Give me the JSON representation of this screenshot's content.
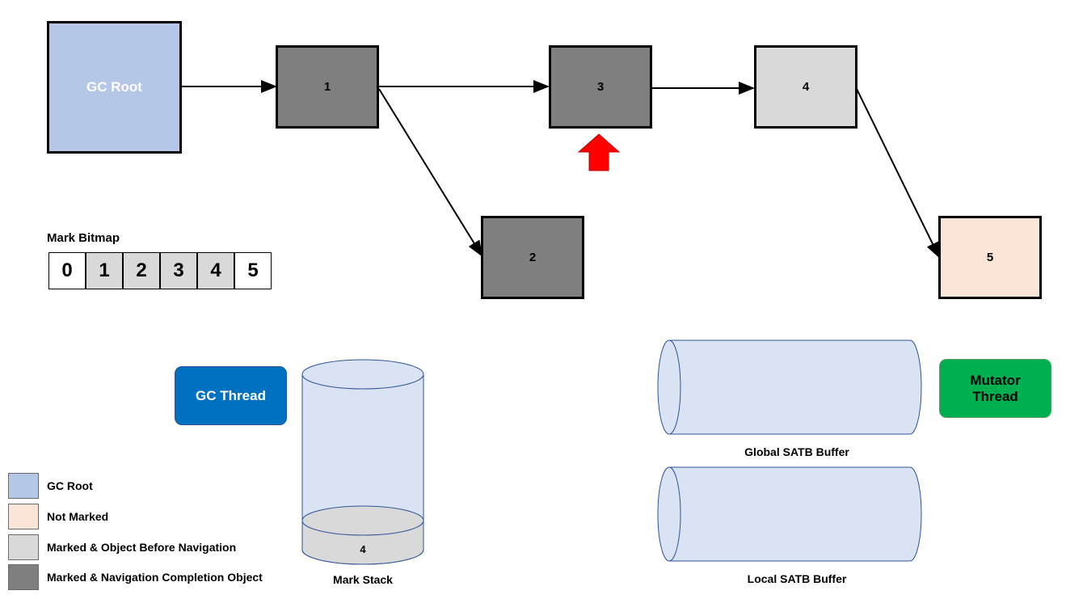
{
  "nodes": {
    "root": "GC Root",
    "n1": "1",
    "n2": "2",
    "n3": "3",
    "n4": "4",
    "n5": "5"
  },
  "bitmap": {
    "title": "Mark Bitmap",
    "cells": [
      "0",
      "1",
      "2",
      "3",
      "4",
      "5"
    ]
  },
  "gc_thread": "GC Thread",
  "mutator_thread": "Mutator\nThread",
  "mark_stack": {
    "label": "Mark Stack",
    "item": "4"
  },
  "global_satb": "Global SATB Buffer",
  "local_satb": "Local SATB Buffer",
  "legend": [
    {
      "label": "GC Root",
      "color": "#b4c7e7"
    },
    {
      "label": "Not Marked",
      "color": "#fbe5d6"
    },
    {
      "label": "Marked & Object Before Navigation",
      "color": "#d9d9d9"
    },
    {
      "label": "Marked & Navigation Completion Object",
      "color": "#7f7f7f"
    }
  ],
  "colors": {
    "gc_thread": "#0070c0",
    "mutator_thread": "#00b050",
    "pointer_arrow": "#ff0000",
    "buffer_fill": "#dae3f3",
    "buffer_stroke": "#2f5597"
  }
}
